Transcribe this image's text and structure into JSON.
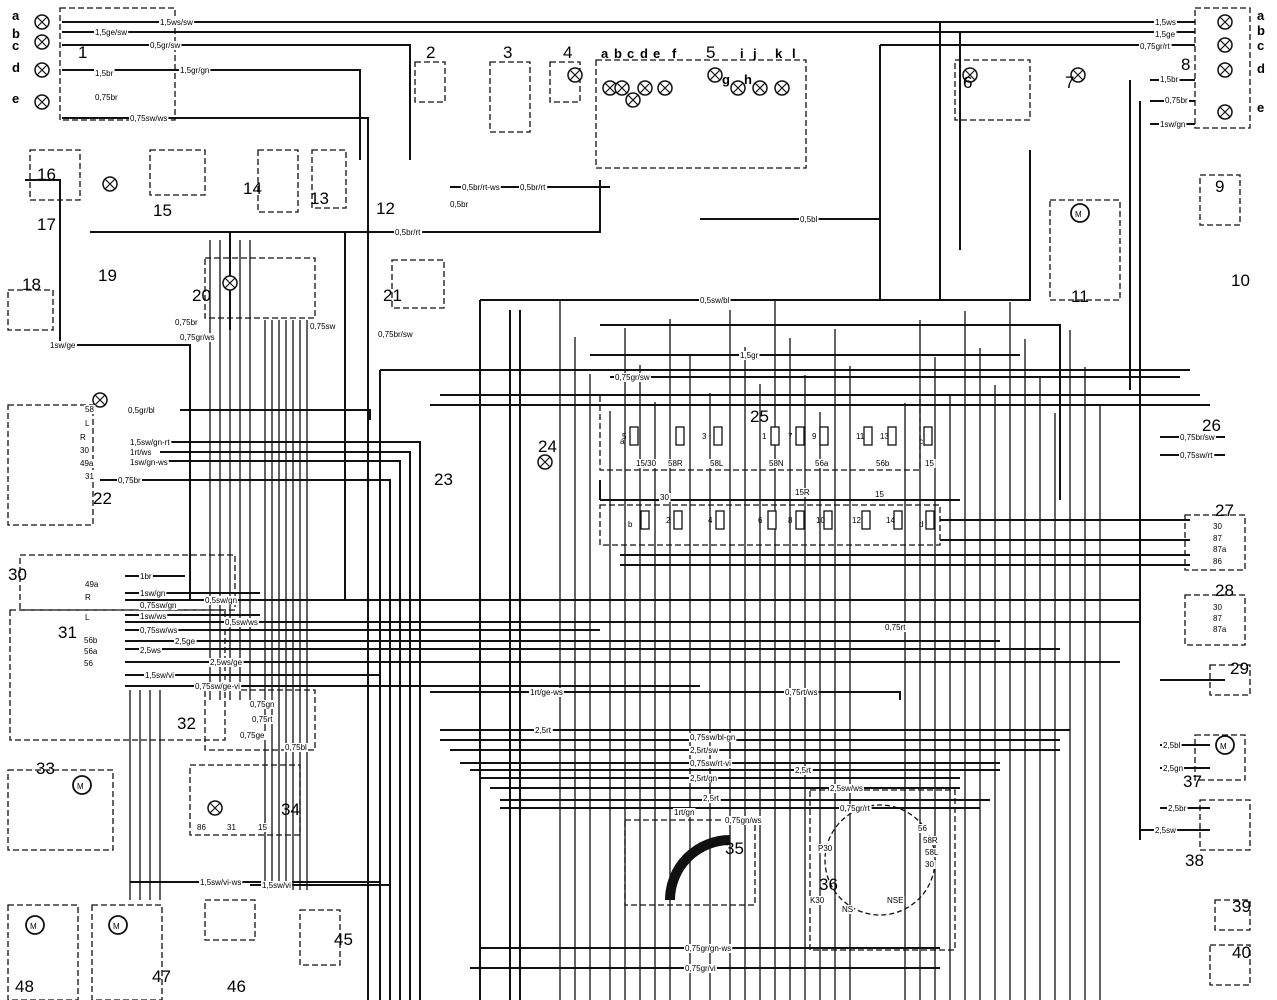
{
  "title": "Wiring diagram",
  "components": [
    "1",
    "2",
    "3",
    "4",
    "5",
    "6",
    "7",
    "8",
    "9",
    "10",
    "11",
    "12",
    "13",
    "14",
    "15",
    "16",
    "17",
    "18",
    "19",
    "20",
    "21",
    "22",
    "23",
    "24",
    "25",
    "26",
    "27",
    "28",
    "29",
    "30",
    "31",
    "32",
    "33",
    "34",
    "35",
    "36",
    "37",
    "38",
    "39",
    "40",
    "45",
    "46",
    "47",
    "48"
  ],
  "side_letters": [
    "a",
    "b",
    "c",
    "d",
    "e",
    "a",
    "b",
    "c",
    "d",
    "e"
  ],
  "cluster_letters": [
    "a",
    "b",
    "c",
    "d",
    "e",
    "f",
    "g",
    "h",
    "i",
    "j",
    "k",
    "l"
  ],
  "wire_labels": [
    "1,5ws/sw",
    "1,5ge/sw",
    "0,5gr/sw",
    "1,5gr/gn",
    "1,5br",
    "0,75br",
    "0,75sw/ws",
    "1,5ws",
    "1,5ge",
    "0,75gr/rt",
    "1,5br",
    "0,75br",
    "1sw/gn",
    "0,5br/rt-ws",
    "0,5br/rt",
    "0,5br",
    "0,5br/rt",
    "0,5bl",
    "0,5sw/bl",
    "0,75br",
    "0,75gr/ws",
    "0,75sw",
    "0,75br/sw",
    "1sw/ge",
    "1,5gr",
    "0,75gr/sw",
    "0,5gr/bl",
    "1,5sw/gn-rt",
    "1rt/ws",
    "1sw/gn-ws",
    "0,75br",
    "0,75br/sw",
    "0,75sw/rt",
    "1br",
    "1sw/gn",
    "0,5sw/gn",
    "0,75sw/gn",
    "1sw/ws",
    "0,5sw/ws",
    "0,75sw/ws",
    "2,5ge",
    "2,5ws",
    "2,5ws/ge",
    "1,5sw/vi",
    "0,75sw/ge-vi",
    "1rt/ge-ws",
    "0,75rt/ws",
    "0,75rt",
    "2,5rt",
    "0,75sw/bl-gn",
    "2,5rt/sw",
    "0,75sw/rt-vi",
    "2,5rt",
    "2,5rt/gn",
    "2,5sw/ws",
    "0,75gr/rt",
    "2,5rt",
    "1rt/gn",
    "0,75gn/ws",
    "1,5sw/vi-ws",
    "1,5sw/vi",
    "0,75gr/gn-ws",
    "0,75gr/vi",
    "2,5bl",
    "2,5gn",
    "2,5br",
    "2,5sw",
    "0,75gn",
    "0,75rt",
    "0,75ge",
    "0,75bl"
  ],
  "terminal_labels": [
    "58",
    "L",
    "R",
    "30",
    "49a",
    "31",
    "49a",
    "R",
    "L",
    "56b",
    "56a",
    "56",
    "15/30",
    "58R",
    "58L",
    "58N",
    "56a",
    "56b",
    "15",
    "30",
    "15R",
    "15",
    "P30",
    "K30",
    "NS",
    "NSE",
    "56",
    "58R",
    "58L",
    "30",
    "86",
    "31",
    "15",
    "30",
    "87",
    "87a",
    "86",
    "30",
    "87",
    "87a"
  ],
  "fuse_labels": [
    "a",
    "b",
    "c",
    "d",
    "1",
    "3",
    "5",
    "7",
    "9",
    "11",
    "13",
    "2",
    "4",
    "6",
    "8",
    "10",
    "12",
    "14"
  ]
}
